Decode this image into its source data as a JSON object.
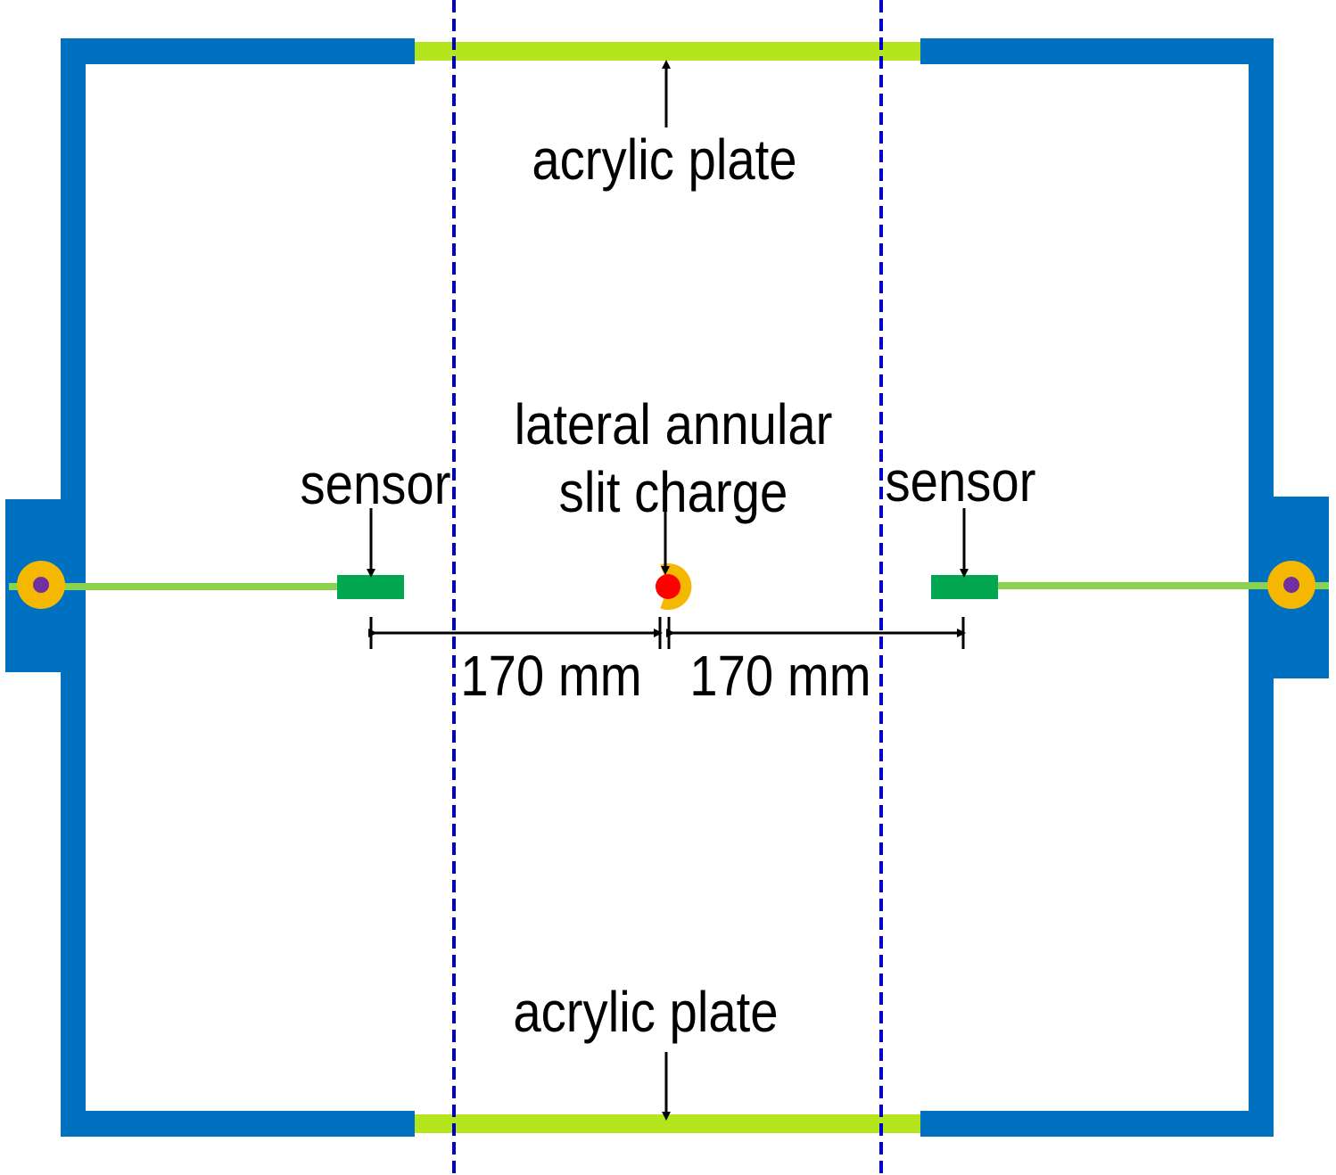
{
  "labels": {
    "acrylic_top": "acrylic plate",
    "acrylic_bottom": "acrylic plate",
    "charge_line1": "lateral annular",
    "charge_line2": "slit charge",
    "sensor_left": "sensor",
    "sensor_right": "sensor",
    "distance_left": "170 mm",
    "distance_right": "170 mm"
  },
  "colors": {
    "frame": "#0070c0",
    "acrylic": "#b5e61d",
    "dashed_line": "#0000cc",
    "sensor": "#00a650",
    "cable": "#8bd34e",
    "connector_ring": "#f5b800",
    "connector_core": "#7030a0",
    "charge_core": "#ff0000",
    "charge_ring": "#f5b800",
    "dimension": "#000000"
  },
  "icons": {
    "connector": "circular-connector-icon",
    "charge": "annular-slit-charge-icon"
  }
}
